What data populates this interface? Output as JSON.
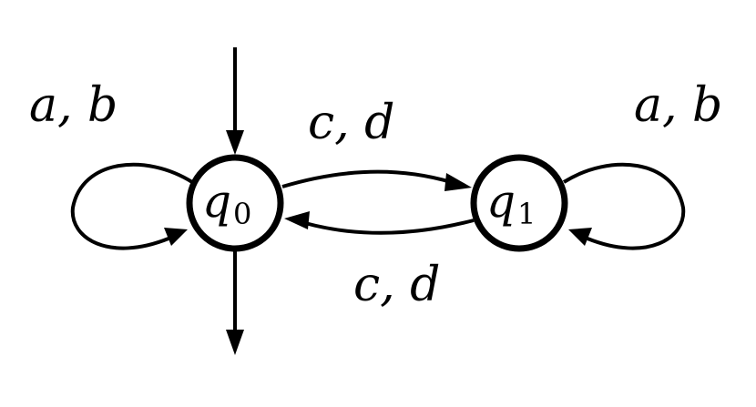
{
  "states": [
    {
      "id": "q0",
      "name": "q",
      "subscript": "0",
      "initial": true,
      "accepting": true
    },
    {
      "id": "q1",
      "name": "q",
      "subscript": "1",
      "initial": false,
      "accepting": false
    }
  ],
  "transitions": [
    {
      "from": "q0",
      "to": "q0",
      "label": "a, b"
    },
    {
      "from": "q1",
      "to": "q1",
      "label": "a, b"
    },
    {
      "from": "q0",
      "to": "q1",
      "label": "c, d"
    },
    {
      "from": "q1",
      "to": "q0",
      "label": "c, d"
    }
  ],
  "colors": {
    "stroke": "#000000",
    "background": "#ffffff"
  }
}
